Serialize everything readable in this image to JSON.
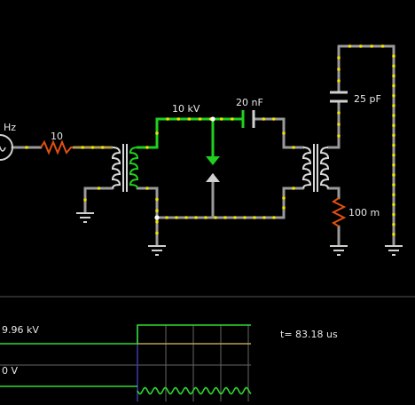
{
  "circuit": {
    "source_label": "Hz",
    "resistor_label": "10",
    "voltage_label": "10 kV",
    "cap1_label": "20 nF",
    "cap2_label": "25 pF",
    "resistor2_label": "100 m"
  },
  "scope": {
    "v_top": "9.96 kV",
    "v_zero": "0 V",
    "time": "t= 83.18 us"
  },
  "colors": {
    "background": "#000000",
    "wire_idle": "#9a9a9a",
    "wire_active": "#1fd11f",
    "wire_pos": "#7fd17f",
    "node_dot": "#f0e000",
    "resistor": "#e05010",
    "text": "#e8e8e8",
    "scope_trace": "#2fd82f",
    "scope_marker": "#3a3ab0"
  }
}
